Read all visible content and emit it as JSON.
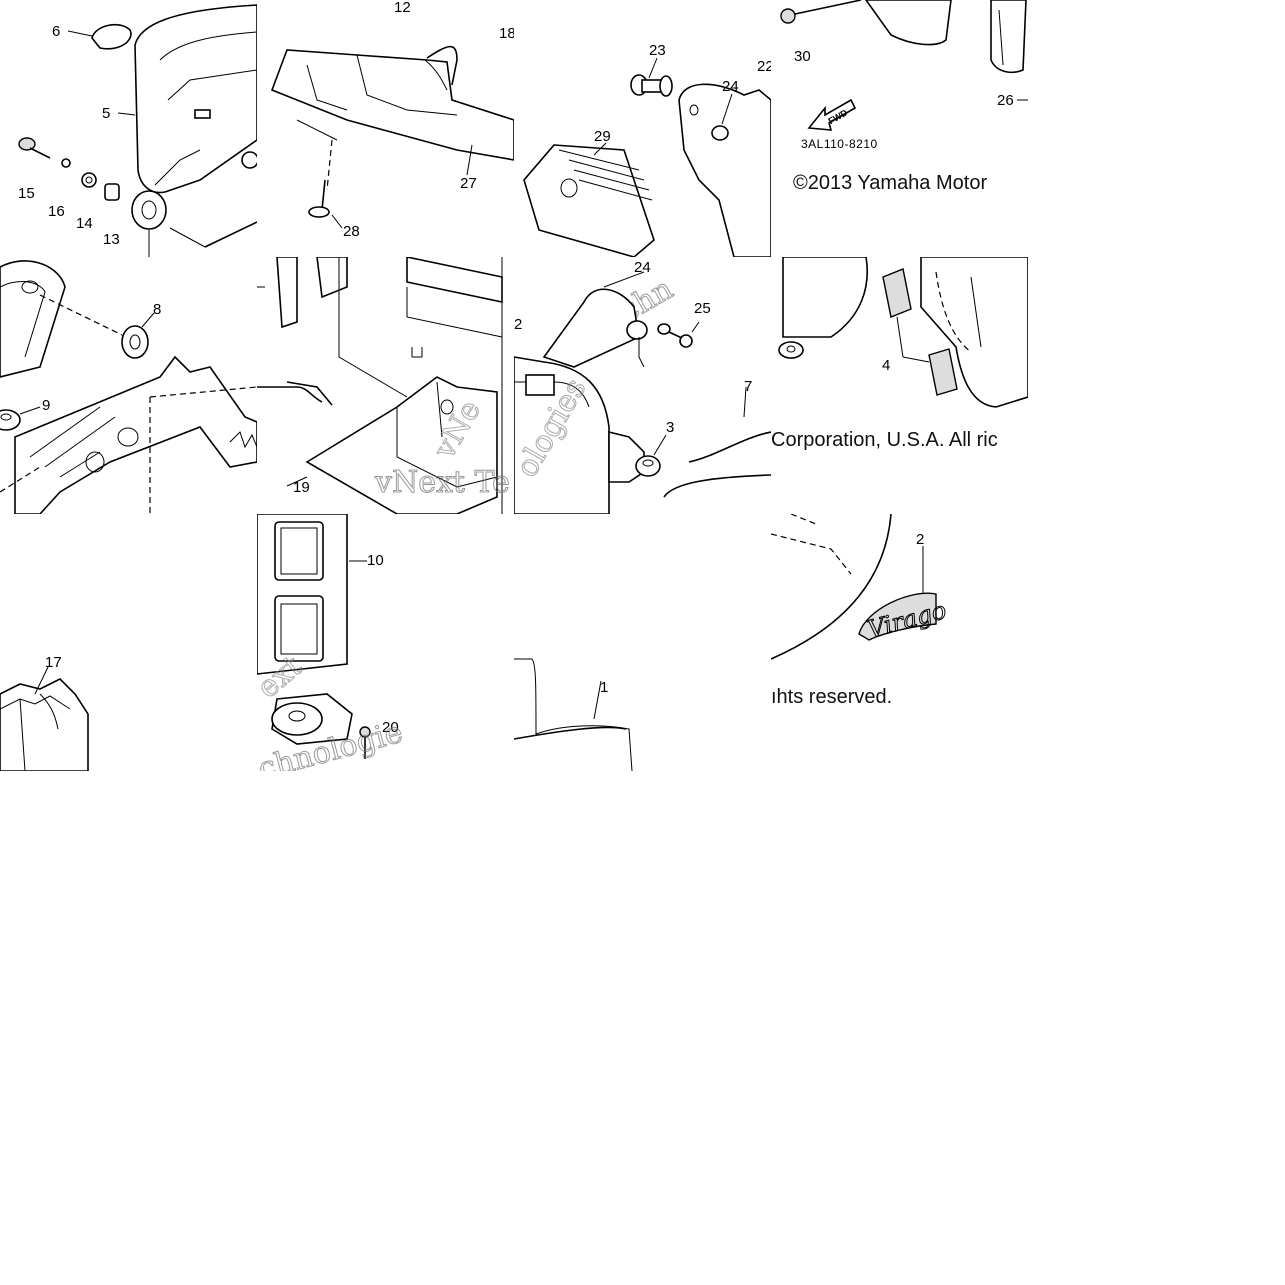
{
  "callouts": {
    "c1": "1",
    "c2a": "2",
    "c2b": "2",
    "c3": "3",
    "c4": "4",
    "c5": "5",
    "c6": "6",
    "c7": "7",
    "c8": "8",
    "c9": "9",
    "c10": "10",
    "c12": "12",
    "c13": "13",
    "c14": "14",
    "c15": "15",
    "c16": "16",
    "c17": "17",
    "c18": "18",
    "c19": "19",
    "c20": "20",
    "c22": "22",
    "c23": "23",
    "c24a": "24",
    "c24b": "24",
    "c25": "25",
    "c26": "26",
    "c27": "27",
    "c28": "28",
    "c29": "29",
    "c30": "30"
  },
  "diagram_code": "3AL110-8210",
  "fwd_arrow_label": "FWD",
  "emblem_text": "Virago",
  "copyright": {
    "line1": "©2013 Yamaha Motor",
    "line2": "Corporation, U.S.A. All ric",
    "line3": "ıhts reserved."
  },
  "watermark": {
    "a": "vNext Te",
    "b": "ologies",
    "c": "Techn",
    "d": "ext",
    "e": "chnologie",
    "f": "vNe"
  }
}
